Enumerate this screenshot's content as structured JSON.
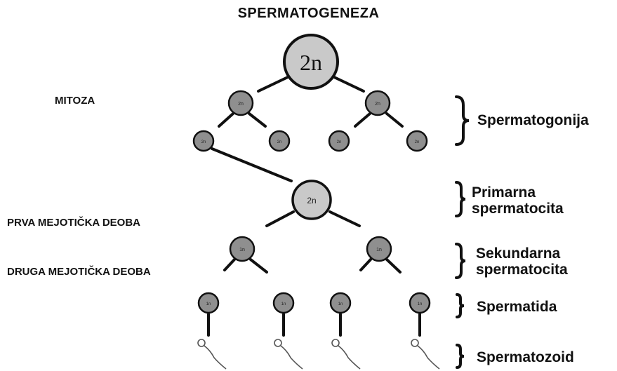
{
  "title": "SPERMATOGENEZA",
  "left_labels": {
    "mitosis": "MITOZA",
    "first_meiotic": "PRVA MEJOTIČKA DEOBA",
    "second_meiotic": "DRUGA MEJOTIČKA DEOBA"
  },
  "stages": {
    "spermatogonia": "Spermatogonija",
    "primary_line1": "Primarna",
    "primary_line2": "spermatocita",
    "secondary_line1": "Sekundarna",
    "secondary_line2": "spermatocita",
    "spermatid": "Spermatida",
    "spermatozoon": "Spermatozoid"
  },
  "cells": {
    "top": "2n",
    "mitosis_gen1": "2n",
    "mitosis_gen2": "2n",
    "primary": "2n",
    "secondary": "1n",
    "spermatid": "1n"
  },
  "colors": {
    "cell_fill": "#c9c9c9",
    "dark_cell_fill": "#8f8f8f",
    "stroke": "#111111"
  }
}
